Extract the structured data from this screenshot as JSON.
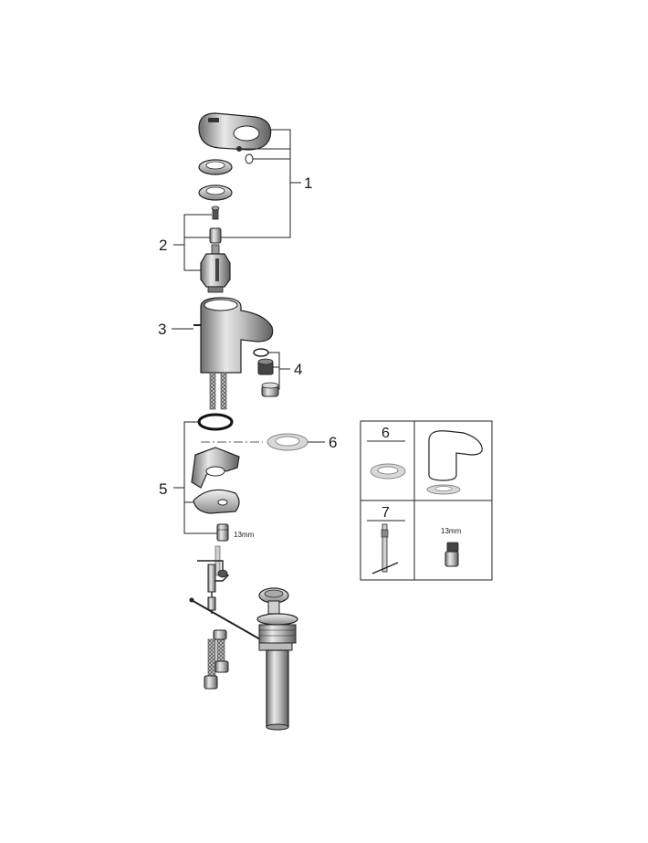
{
  "callouts": {
    "c1": "1",
    "c2": "2",
    "c3": "3",
    "c4": "4",
    "c5": "5",
    "c6": "6"
  },
  "wrench_size_label": "13mm",
  "inset": {
    "panel6_number": "6",
    "panel7_number": "7",
    "panel7_wrench_label": "13mm"
  }
}
